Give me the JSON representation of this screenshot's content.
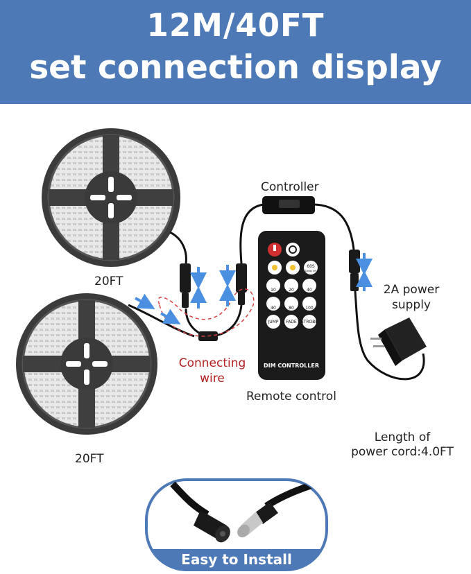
{
  "banner": {
    "line1": "12M/40FT",
    "line2": "set connection display",
    "color": "#4d79b7"
  },
  "labels": {
    "strip_top": "20FT",
    "strip_bottom": "20FT",
    "controller": "Controller",
    "power_supply_line1": "2A power",
    "power_supply_line2": "supply",
    "connecting_line1": "Connecting",
    "connecting_line2": "wire",
    "remote": "Remote control",
    "cord_line1": "Length of",
    "cord_line2": "power cord:4.0FT"
  },
  "remote": {
    "brand": "DIM CONTROLLER",
    "buttons": [
      "60S",
      "10",
      "20",
      "40",
      "40",
      "80",
      "100",
      "JUMP",
      "FADE",
      "STROBE"
    ],
    "timer_sub": "Delay off"
  },
  "footer": {
    "label": "Easy to Install",
    "color": "#4d79b7"
  },
  "colors": {
    "arrow": "#4a8fe0",
    "dashed": "#d84040"
  }
}
